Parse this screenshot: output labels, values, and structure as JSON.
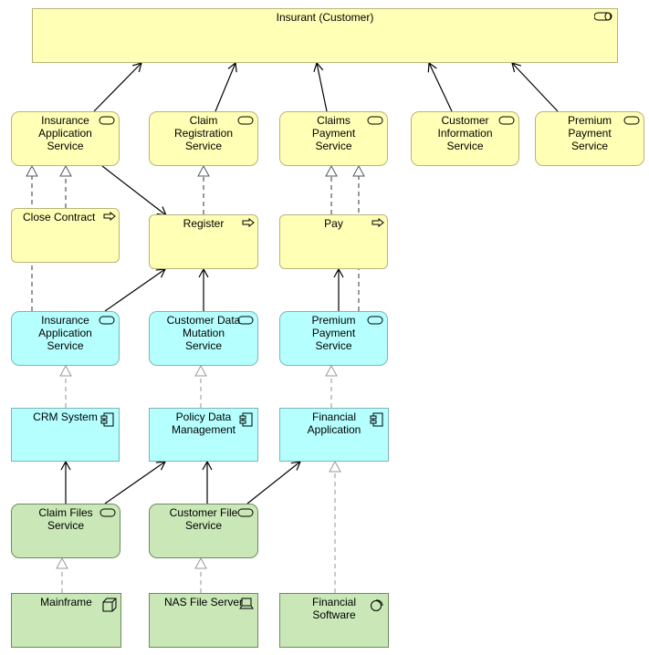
{
  "nodes": {
    "insurant": "Insurant (Customer)",
    "insurance_app_service_biz": "Insurance\nApplication\nService",
    "claim_registration_service": "Claim\nRegistration\nService",
    "claims_payment_service": "Claims\nPayment\nService",
    "customer_information_service": "Customer\nInformation\nService",
    "premium_payment_service_biz": "Premium\nPayment\nService",
    "close_contract": "Close Contract",
    "register": "Register",
    "pay": "Pay",
    "insurance_app_service_app": "Insurance\nApplication\nService",
    "customer_data_mutation_service": "Customer Data\nMutation\nService",
    "premium_payment_service_app": "Premium\nPayment\nService",
    "crm_system": "CRM System",
    "policy_data_management": "Policy Data\nManagement",
    "financial_application": "Financial\nApplication",
    "claim_files_service": "Claim Files\nService",
    "customer_file_service": "Customer File\nService",
    "mainframe": "Mainframe",
    "nas_file_server": "NAS File Server",
    "financial_software": "Financial\nSoftware"
  },
  "colors": {
    "business": "#ffffb5",
    "application": "#b5ffff",
    "technology": "#c9e7b7"
  },
  "icons": {
    "insurant": "role-icon",
    "service": "service-icon",
    "process": "process-arrow-icon",
    "component": "component-icon",
    "node": "node-cube-icon",
    "device": "device-icon",
    "system_software": "system-software-icon"
  }
}
